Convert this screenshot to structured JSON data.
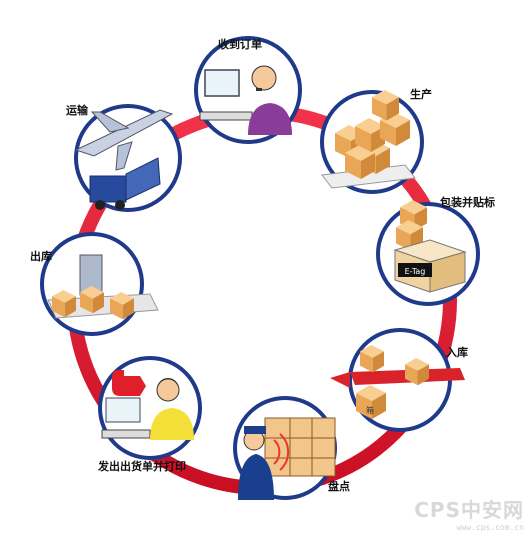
{
  "stages": [
    {
      "id": "receive-order",
      "label": "收到订单",
      "icon": "operator-computer-icon"
    },
    {
      "id": "production",
      "label": "生产",
      "icon": "boxes-stack-icon"
    },
    {
      "id": "packing",
      "label": "包装并贴标",
      "icon": "box-etag-icon"
    },
    {
      "id": "inbound",
      "label": "入库",
      "icon": "conveyor-in-icon"
    },
    {
      "id": "inventory",
      "label": "盘点",
      "icon": "rfid-scanner-icon"
    },
    {
      "id": "ship-docs",
      "label": "发出出货单并打印",
      "icon": "operator-print-icon"
    },
    {
      "id": "outbound",
      "label": "出库",
      "icon": "conveyor-out-icon"
    },
    {
      "id": "transport",
      "label": "运输",
      "icon": "plane-truck-icon"
    }
  ],
  "etag_text": "E-Tag",
  "box_mark": "箱",
  "watermark": {
    "brand": "CPS中安网",
    "url": "www.cps.com.cn"
  },
  "colors": {
    "ring": "#e3172d",
    "circle_border": "#1f3a8a",
    "box": "#f2b266",
    "box_dark": "#c97a2c"
  }
}
